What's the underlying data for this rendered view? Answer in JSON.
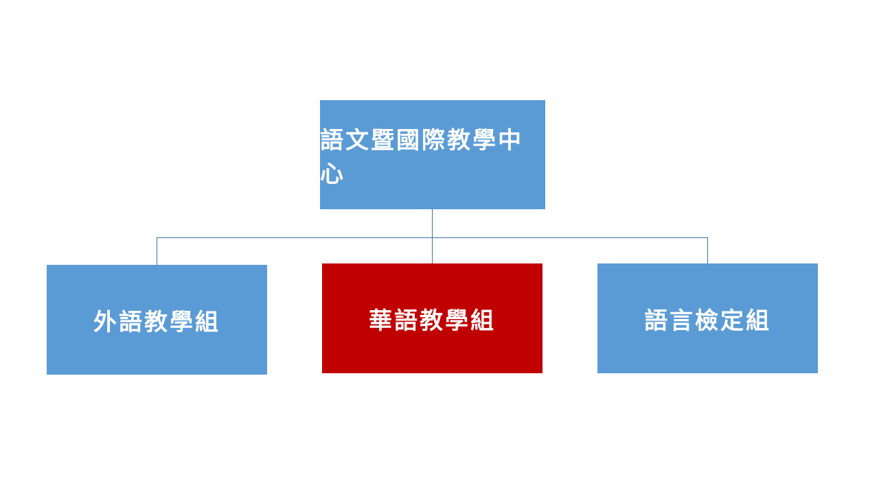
{
  "colors": {
    "node_blue": "#5b9bd5",
    "node_red": "#c00000",
    "connector": "#41719c"
  },
  "org_chart": {
    "root": {
      "label": "語文暨國際教學中心",
      "highlight": false
    },
    "children": [
      {
        "label": "外語教學組",
        "highlight": false
      },
      {
        "label": "華語教學組",
        "highlight": true
      },
      {
        "label": "語言檢定組",
        "highlight": false
      }
    ]
  }
}
